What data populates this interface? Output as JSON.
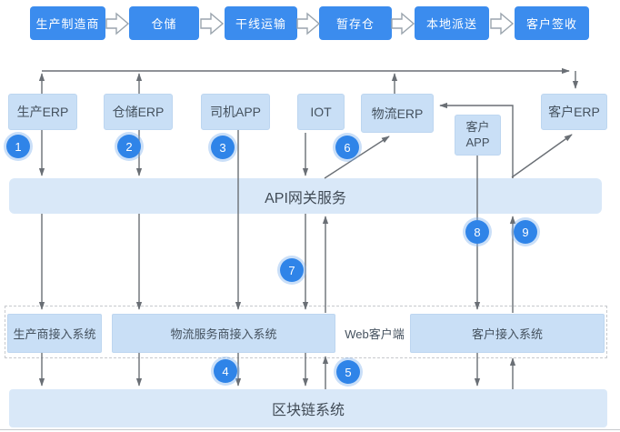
{
  "flow": {
    "steps": [
      {
        "label": "生产制造商"
      },
      {
        "label": "仓储"
      },
      {
        "label": "干线运输"
      },
      {
        "label": "暂存仓"
      },
      {
        "label": "本地派送"
      },
      {
        "label": "客户签收"
      }
    ]
  },
  "systems": {
    "production_erp": {
      "label": "生产ERP"
    },
    "warehouse_erp": {
      "label": "仓储ERP"
    },
    "driver_app": {
      "label": "司机APP"
    },
    "iot": {
      "label": "IOT"
    },
    "logistics_erp": {
      "label": "物流ERP"
    },
    "customer_app": {
      "label": "客户APP"
    },
    "customer_erp": {
      "label": "客户ERP"
    }
  },
  "api_gateway": {
    "label": "API网关服务"
  },
  "access": {
    "producer": {
      "label": "生产商接入系统"
    },
    "logistics": {
      "label": "物流服务商接入系统"
    },
    "web_client": {
      "label": "Web客户端"
    },
    "customer": {
      "label": "客户接入系统"
    }
  },
  "blockchain": {
    "label": "区块链系统"
  },
  "badges": [
    "1",
    "2",
    "3",
    "4",
    "5",
    "6",
    "7",
    "8",
    "9"
  ],
  "colors": {
    "step_blue": "#3B8CEE",
    "light_box_blue": "#C9DFF6",
    "band_blue": "#D9E8F8",
    "badge_blue": "#2F84E8",
    "line_gray": "#6a6f75",
    "box_text": "#45525f"
  }
}
